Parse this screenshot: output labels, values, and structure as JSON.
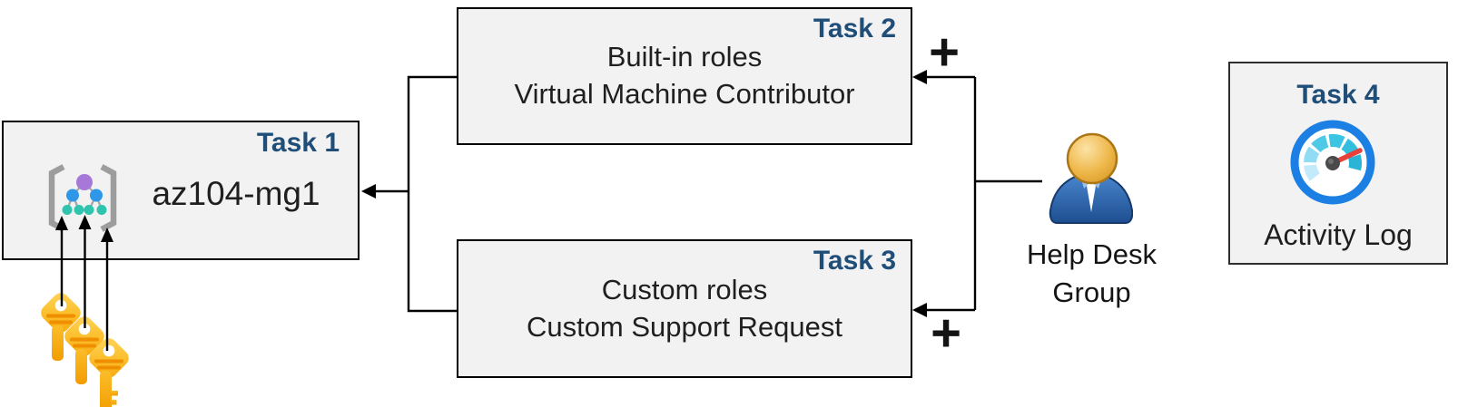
{
  "diagram": {
    "task1": {
      "label": "Task 1",
      "title": "az104-mg1",
      "icon": "management-group-icon"
    },
    "task2": {
      "label": "Task 2",
      "line1": "Built-in roles",
      "line2": "Virtual Machine Contributor"
    },
    "task3": {
      "label": "Task 3",
      "line1": "Custom roles",
      "line2": "Custom Support Request"
    },
    "task4": {
      "label": "Task 4",
      "title": "Activity Log",
      "icon": "activity-log-gauge-icon"
    },
    "actor": {
      "line1": "Help Desk",
      "line2": "Group",
      "icon": "user-icon"
    },
    "plus_top": "+",
    "plus_bottom": "+",
    "keys_icon": "access-keys-icon",
    "colors": {
      "task_label": "#1f4e79",
      "box_fill": "#f2f2f2",
      "box_border": "#000000",
      "key_gold": "#f9b412",
      "gauge_ring_blue": "#1b7fe4",
      "needle_red": "#e8403a",
      "node_purple": "#a678d8",
      "node_blue": "#2e97e8",
      "node_teal": "#2ec4ae",
      "person_blue": "#2d62a8",
      "person_gold": "#e7a93a"
    }
  }
}
